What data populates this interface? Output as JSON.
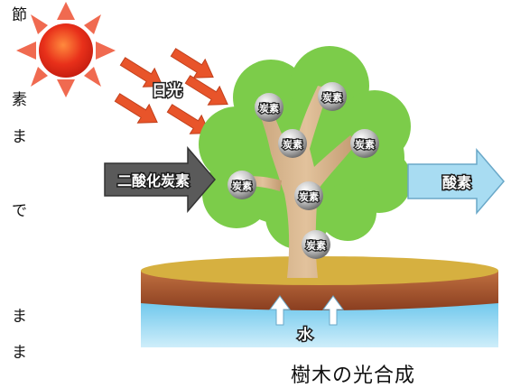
{
  "left_margin_text": [
    "節",
    "素",
    "ま",
    "で",
    "ま",
    "ま"
  ],
  "labels": {
    "sunlight": "日光",
    "co2": "二酸化炭素",
    "oxygen": "酸素",
    "water": "水",
    "carbon": "炭素"
  },
  "caption": "樹木の光合成",
  "colors": {
    "sun_core": "#e8301a",
    "sun_rays": "#f06a50",
    "light_arrows": "#e8542a",
    "foliage": "#7ccc4a",
    "trunk": "#d7b48a",
    "co2_arrow": "#5a5a5a",
    "oxygen_arrow": "#a8dcf2",
    "soil": "#a0522d",
    "ground_top": "#d6b040",
    "water": "#5cc0ea",
    "carbon_ball": "#b8b8b8"
  },
  "icons": [
    "sun-icon",
    "sunlight-arrow-icon",
    "co2-arrow-icon",
    "oxygen-arrow-icon",
    "tree-icon",
    "water-arrow-icon"
  ]
}
